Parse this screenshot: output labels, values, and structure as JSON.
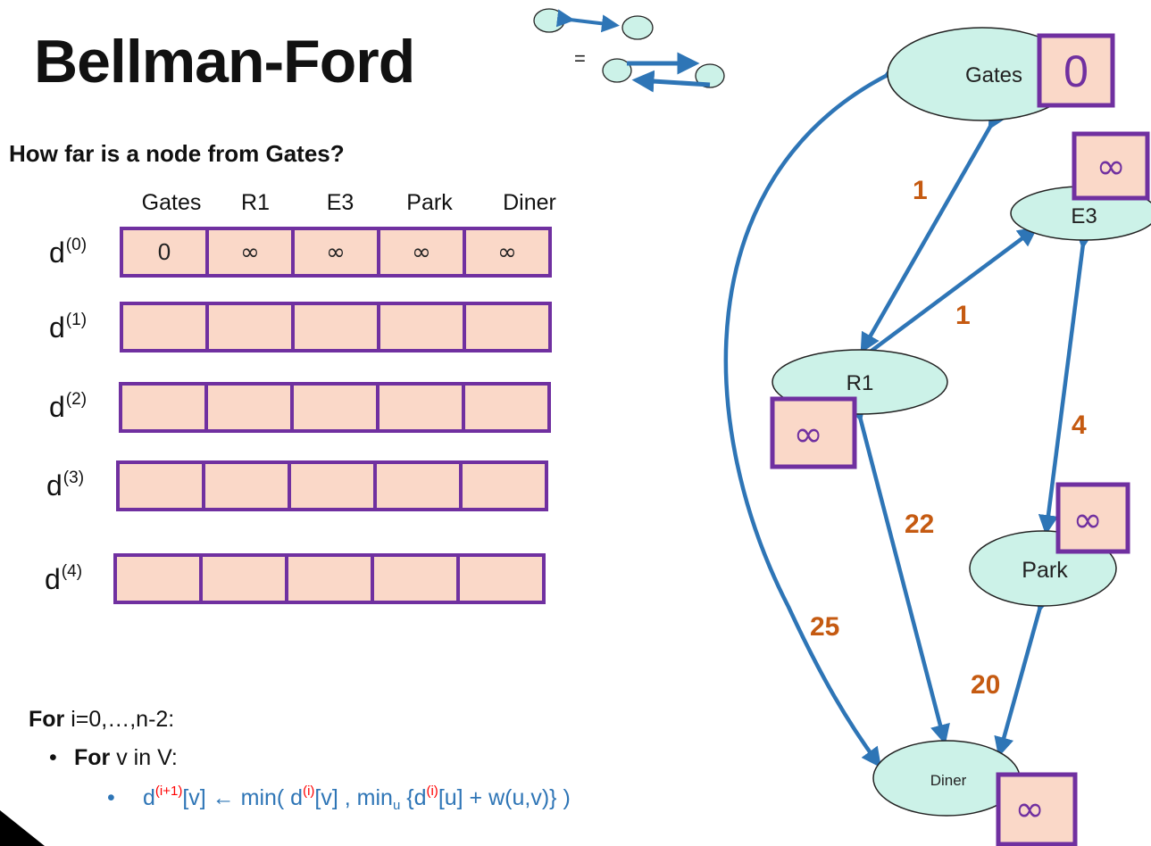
{
  "title": "Bellman-Ford",
  "question": "How far is a node from Gates?",
  "legend": {
    "equals": "="
  },
  "table": {
    "columns": [
      "Gates",
      "R1",
      "E3",
      "Park",
      "Diner"
    ],
    "rows": [
      {
        "label": "d",
        "sup": "(0)",
        "cells": [
          "0",
          "∞",
          "∞",
          "∞",
          "∞"
        ]
      },
      {
        "label": "d",
        "sup": "(1)",
        "cells": [
          "",
          "",
          "",
          "",
          ""
        ]
      },
      {
        "label": "d",
        "sup": "(2)",
        "cells": [
          "",
          "",
          "",
          "",
          ""
        ]
      },
      {
        "label": "d",
        "sup": "(3)",
        "cells": [
          "",
          "",
          "",
          "",
          ""
        ]
      },
      {
        "label": "d",
        "sup": "(4)",
        "cells": [
          "",
          "",
          "",
          "",
          ""
        ]
      }
    ]
  },
  "pseudocode": {
    "line1_kw": "For",
    "line1_rest": " i=0,…,n-2:",
    "line2_kw": "For",
    "line2_rest": " v in V:",
    "line3": {
      "d1": "d",
      "sup1": "(i+1)",
      "p1": "[v] ← min( d",
      "sup2": "(i)",
      "p2": "[v] , min",
      "sub": "u",
      "p3": " {d",
      "sup3": "(i)",
      "p4": "[u] + w(u,v)} )"
    }
  },
  "graph": {
    "nodes": [
      {
        "id": "gates",
        "label": "Gates",
        "distance": "0"
      },
      {
        "id": "e3",
        "label": "E3",
        "distance": "∞"
      },
      {
        "id": "r1",
        "label": "R1",
        "distance": "∞"
      },
      {
        "id": "park",
        "label": "Park",
        "distance": "∞"
      },
      {
        "id": "diner",
        "label": "Diner",
        "distance": "∞"
      }
    ],
    "edges": [
      {
        "from": "gates",
        "to": "r1",
        "weight": "1"
      },
      {
        "from": "r1",
        "to": "e3",
        "weight": "1"
      },
      {
        "from": "e3",
        "to": "park",
        "weight": "4"
      },
      {
        "from": "r1",
        "to": "diner",
        "weight": "22"
      },
      {
        "from": "gates",
        "to": "diner",
        "weight": "25"
      },
      {
        "from": "park",
        "to": "diner",
        "weight": "20"
      }
    ]
  },
  "colors": {
    "edge": "#2e75b6",
    "node_fill": "#ccf2e8",
    "box_border": "#7030a0",
    "box_fill": "#fad8c8",
    "weight": "#c55a11"
  }
}
